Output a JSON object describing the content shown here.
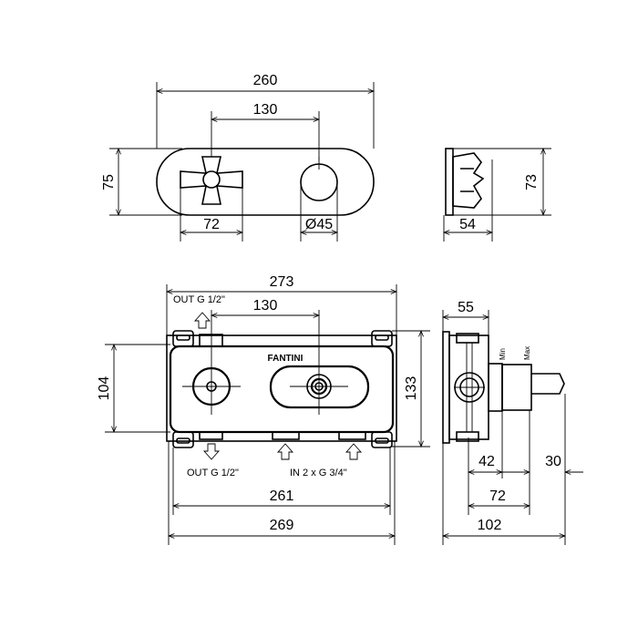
{
  "front_view": {
    "width": "260",
    "handle_spacing": "130",
    "height": "75",
    "handle_width": "72",
    "knob_diameter": "Ø45"
  },
  "side_view": {
    "height": "73",
    "depth": "54"
  },
  "box_front": {
    "width_overall": "273",
    "spacing": "130",
    "height_inner": "104",
    "height_overall": "133",
    "width_261": "261",
    "width_269": "269",
    "brand": "FANTINI",
    "out_top": "OUT G 1/2\"",
    "out_bottom": "OUT G 1/2\"",
    "in_label": "IN 2 x G 3/4\""
  },
  "box_side": {
    "depth": "55",
    "min_label": "Min",
    "max_label": "Max",
    "d42": "42",
    "d30": "30",
    "d72": "72",
    "d102": "102"
  }
}
